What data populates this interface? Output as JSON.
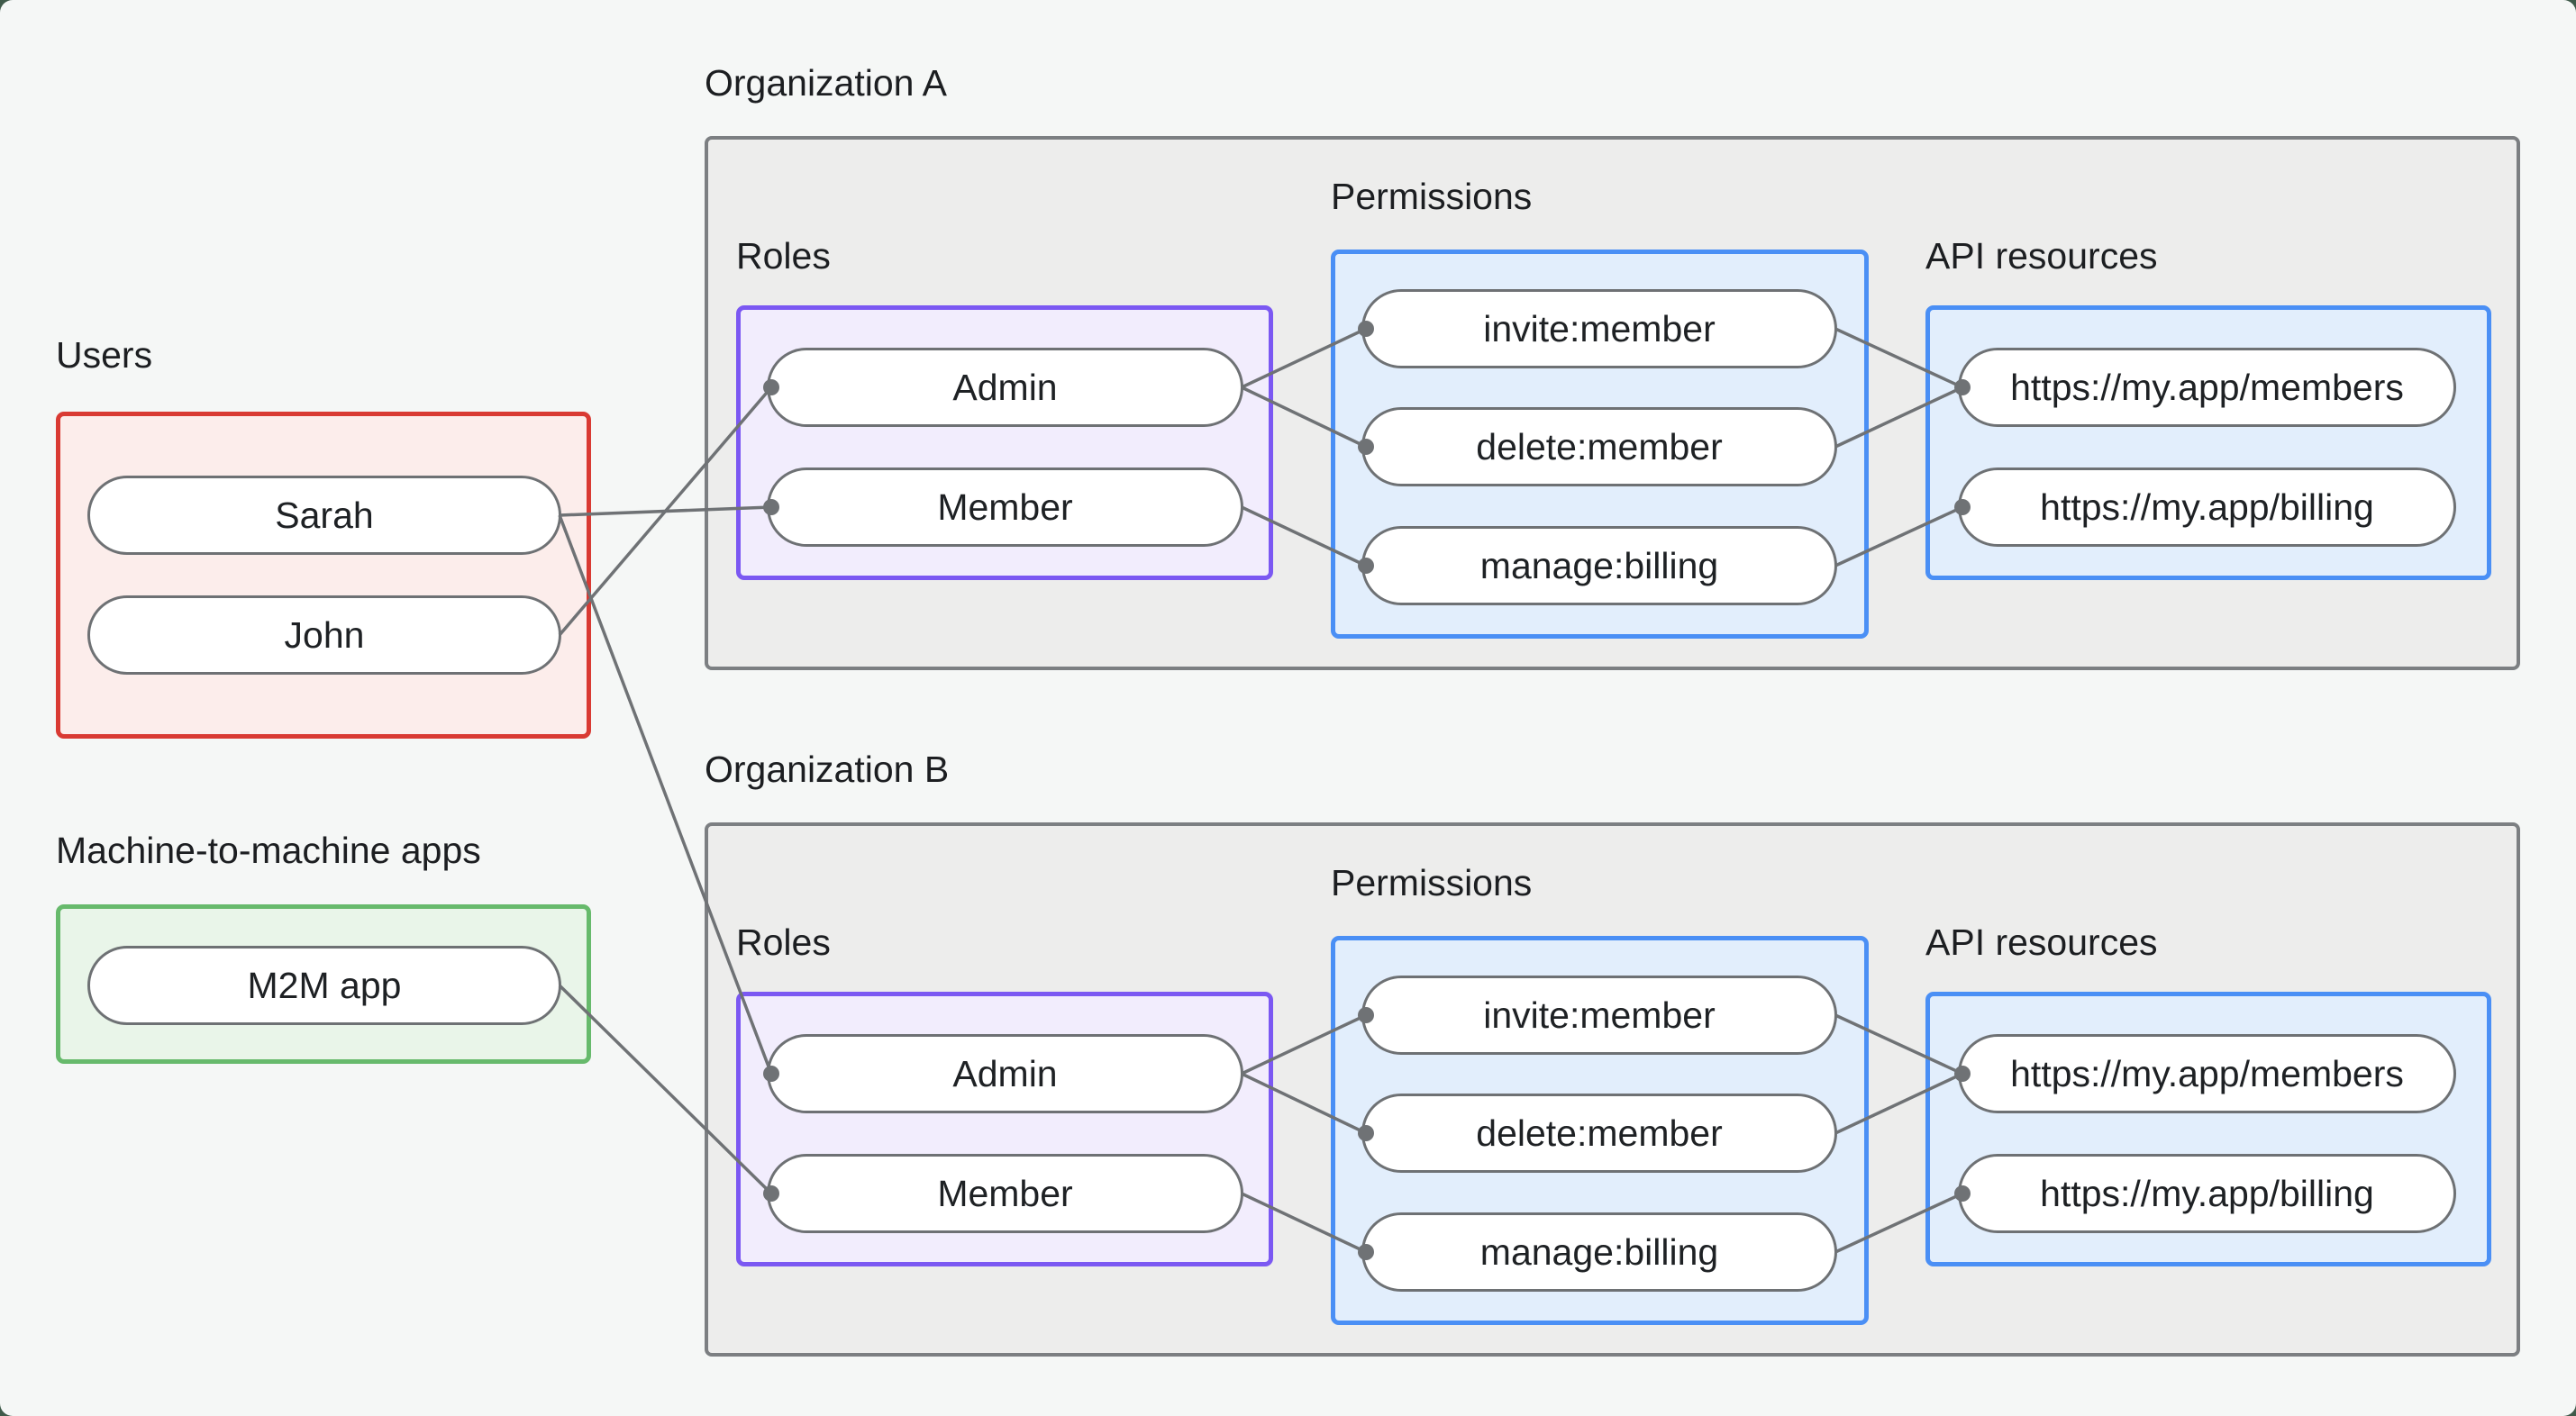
{
  "canvas": {
    "background": "#f5f7f6",
    "outside_background": "#3f5a4a"
  },
  "colors": {
    "users_border": "#d93a33",
    "users_fill": "#fcedeb",
    "m2m_border": "#67ba6c",
    "m2m_fill": "#e9f5e9",
    "org_border": "#7c7f82",
    "org_fill": "#ededec",
    "roles_border": "#7b58f2",
    "roles_fill": "#f2edfd",
    "blue_border": "#4a8ff5",
    "blue_fill": "#e2eefc",
    "node_border": "#6e7174",
    "edge_line": "#6f7275",
    "text": "#1e2124"
  },
  "users": {
    "label": "Users",
    "items": [
      {
        "id": "sarah",
        "label": "Sarah"
      },
      {
        "id": "john",
        "label": "John"
      }
    ]
  },
  "m2m": {
    "label": "Machine-to-machine apps",
    "items": [
      {
        "id": "m2m-app",
        "label": "M2M app"
      }
    ]
  },
  "orgs": [
    {
      "label": "Organization A",
      "roles": {
        "label": "Roles",
        "items": [
          {
            "id": "orgA-admin",
            "label": "Admin"
          },
          {
            "id": "orgA-member",
            "label": "Member"
          }
        ]
      },
      "permissions": {
        "label": "Permissions",
        "items": [
          {
            "id": "orgA-invite",
            "label": "invite:member"
          },
          {
            "id": "orgA-delete",
            "label": "delete:member"
          },
          {
            "id": "orgA-manage",
            "label": "manage:billing"
          }
        ]
      },
      "resources": {
        "label": "API resources",
        "items": [
          {
            "id": "orgA-members",
            "label": "https://my.app/members"
          },
          {
            "id": "orgA-billing",
            "label": "https://my.app/billing"
          }
        ]
      }
    },
    {
      "label": "Organization B",
      "roles": {
        "label": "Roles",
        "items": [
          {
            "id": "orgB-admin",
            "label": "Admin"
          },
          {
            "id": "orgB-member",
            "label": "Member"
          }
        ]
      },
      "permissions": {
        "label": "Permissions",
        "items": [
          {
            "id": "orgB-invite",
            "label": "invite:member"
          },
          {
            "id": "orgB-delete",
            "label": "delete:member"
          },
          {
            "id": "orgB-manage",
            "label": "manage:billing"
          }
        ]
      },
      "resources": {
        "label": "API resources",
        "items": [
          {
            "id": "orgB-members",
            "label": "https://my.app/members"
          },
          {
            "id": "orgB-billing",
            "label": "https://my.app/billing"
          }
        ]
      }
    }
  ],
  "edges": [
    {
      "from": "sarah",
      "to": "orgA-member"
    },
    {
      "from": "sarah",
      "to": "orgB-admin"
    },
    {
      "from": "john",
      "to": "orgA-admin"
    },
    {
      "from": "m2m-app",
      "to": "orgB-member"
    },
    {
      "from": "orgA-admin",
      "to": "orgA-invite"
    },
    {
      "from": "orgA-admin",
      "to": "orgA-delete"
    },
    {
      "from": "orgA-member",
      "to": "orgA-manage"
    },
    {
      "from": "orgA-invite",
      "to": "orgA-members"
    },
    {
      "from": "orgA-delete",
      "to": "orgA-members"
    },
    {
      "from": "orgA-manage",
      "to": "orgA-billing"
    },
    {
      "from": "orgB-admin",
      "to": "orgB-invite"
    },
    {
      "from": "orgB-admin",
      "to": "orgB-delete"
    },
    {
      "from": "orgB-member",
      "to": "orgB-manage"
    },
    {
      "from": "orgB-invite",
      "to": "orgB-members"
    },
    {
      "from": "orgB-delete",
      "to": "orgB-members"
    },
    {
      "from": "orgB-manage",
      "to": "orgB-billing"
    }
  ]
}
